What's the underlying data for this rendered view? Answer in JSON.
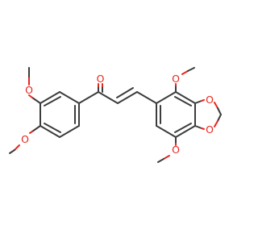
{
  "molecule": {
    "atoms": {
      "carbonyl_oxygen": "O",
      "methoxy_oxygen_3": "O",
      "methoxy_oxygen_4": "O",
      "methoxy_oxygen_top": "O",
      "dioxole_oxygen_upper": "O",
      "dioxole_oxygen_lower": "O",
      "methoxy_oxygen_bottom": "O"
    },
    "colors": {
      "carbon_bond": "#3c3c3c",
      "oxygen": "#e8261e",
      "background": "#ffffff"
    }
  }
}
